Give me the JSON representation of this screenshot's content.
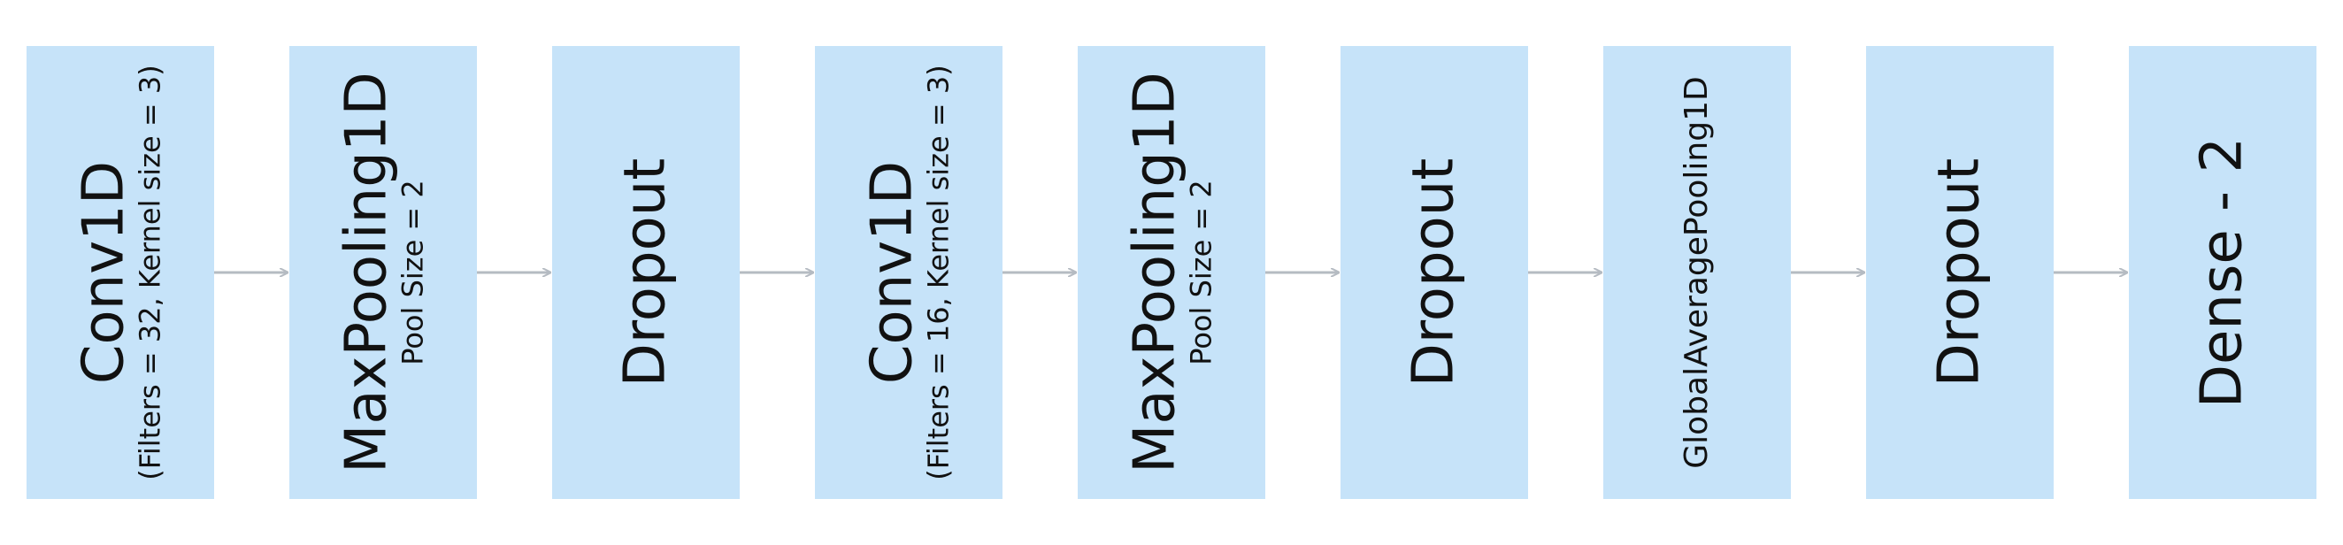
{
  "layers": [
    {
      "name": "Conv1D",
      "detail": "(Filters = 32, Kernel size = 3)"
    },
    {
      "name": "MaxPooling1D",
      "detail": "Pool Size = 2"
    },
    {
      "name": "Dropout",
      "detail": ""
    },
    {
      "name": "Conv1D",
      "detail": "(Filters = 16, Kernel size = 3)"
    },
    {
      "name": "MaxPooling1D",
      "detail": "Pool Size = 2"
    },
    {
      "name": "Dropout",
      "detail": ""
    },
    {
      "name": "GlobalAveragePooling1D",
      "detail": ""
    },
    {
      "name": "Dropout",
      "detail": ""
    },
    {
      "name": "Dense - 2",
      "detail": ""
    }
  ],
  "colors": {
    "block_fill": "#c6e3f9",
    "arrow": "#b5bbc2",
    "text": "#111111"
  }
}
